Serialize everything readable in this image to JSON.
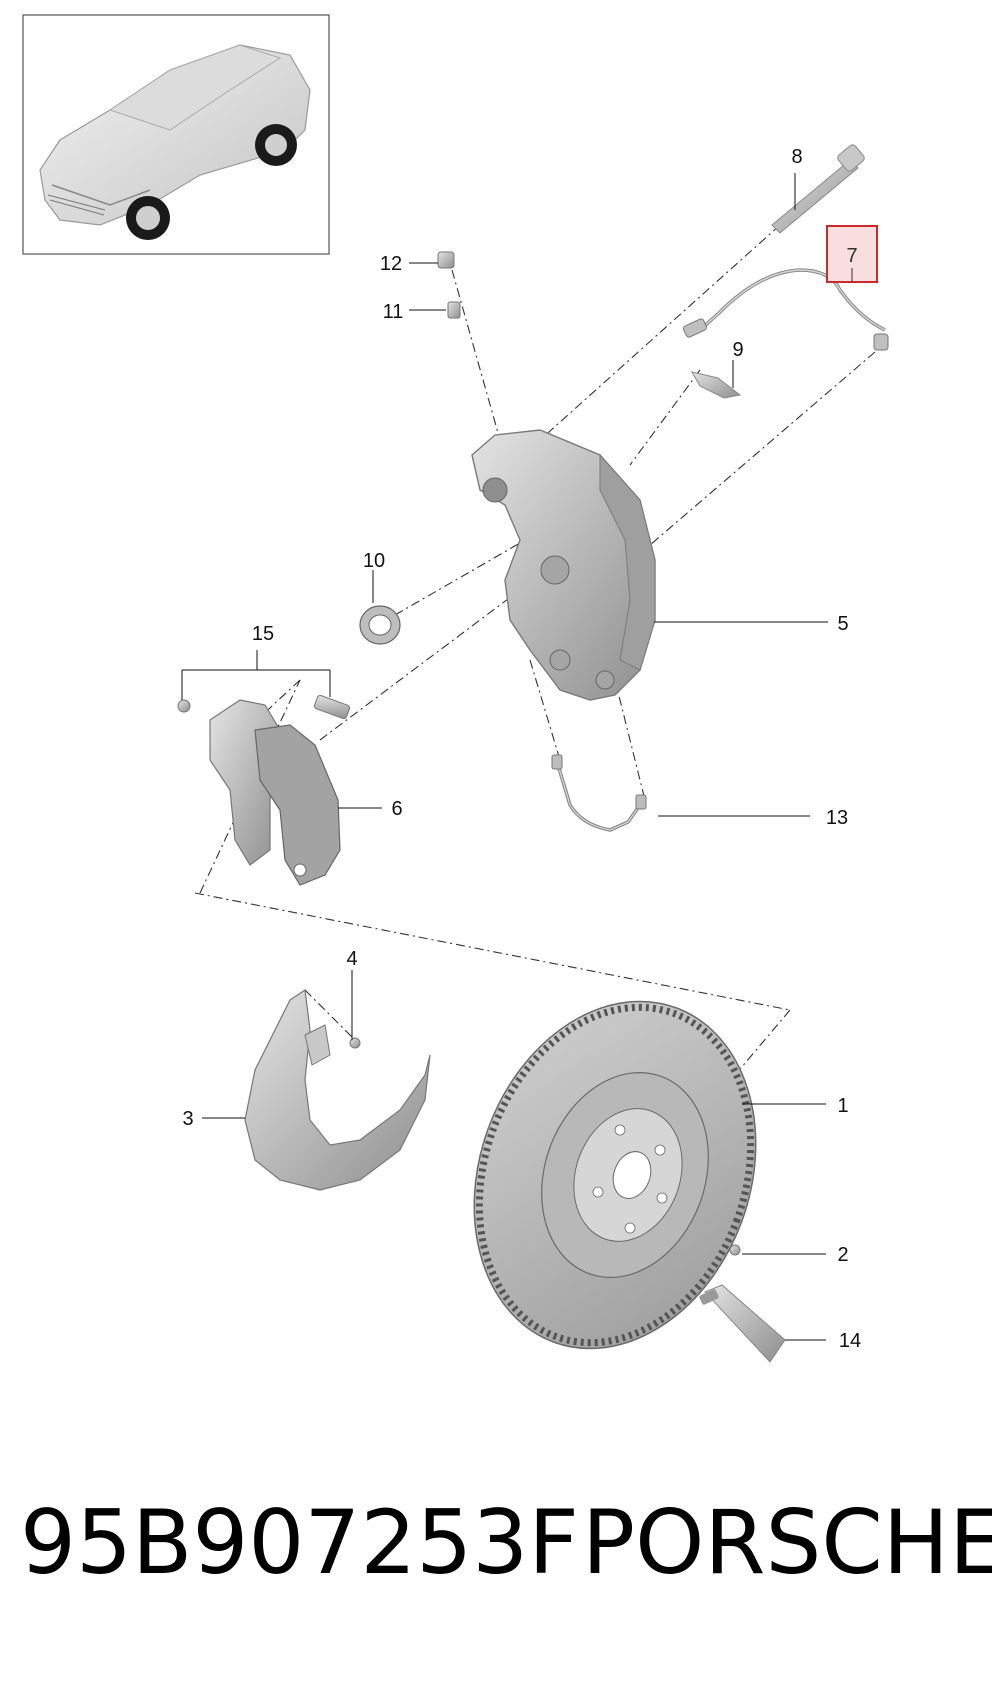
{
  "diagram": {
    "callouts": [
      {
        "id": "c1",
        "label": "1"
      },
      {
        "id": "c2",
        "label": "2"
      },
      {
        "id": "c3",
        "label": "3"
      },
      {
        "id": "c4",
        "label": "4"
      },
      {
        "id": "c5",
        "label": "5"
      },
      {
        "id": "c6",
        "label": "6"
      },
      {
        "id": "c7",
        "label": "7",
        "highlighted": true
      },
      {
        "id": "c8",
        "label": "8"
      },
      {
        "id": "c9",
        "label": "9"
      },
      {
        "id": "c10",
        "label": "10"
      },
      {
        "id": "c11",
        "label": "11"
      },
      {
        "id": "c12",
        "label": "12"
      },
      {
        "id": "c13",
        "label": "13"
      },
      {
        "id": "c14",
        "label": "14"
      },
      {
        "id": "c15",
        "label": "15"
      }
    ],
    "highlight_color": "#cc2a2a"
  },
  "caption": {
    "part_number": "95B907253F",
    "brand": "PORSCHE"
  }
}
